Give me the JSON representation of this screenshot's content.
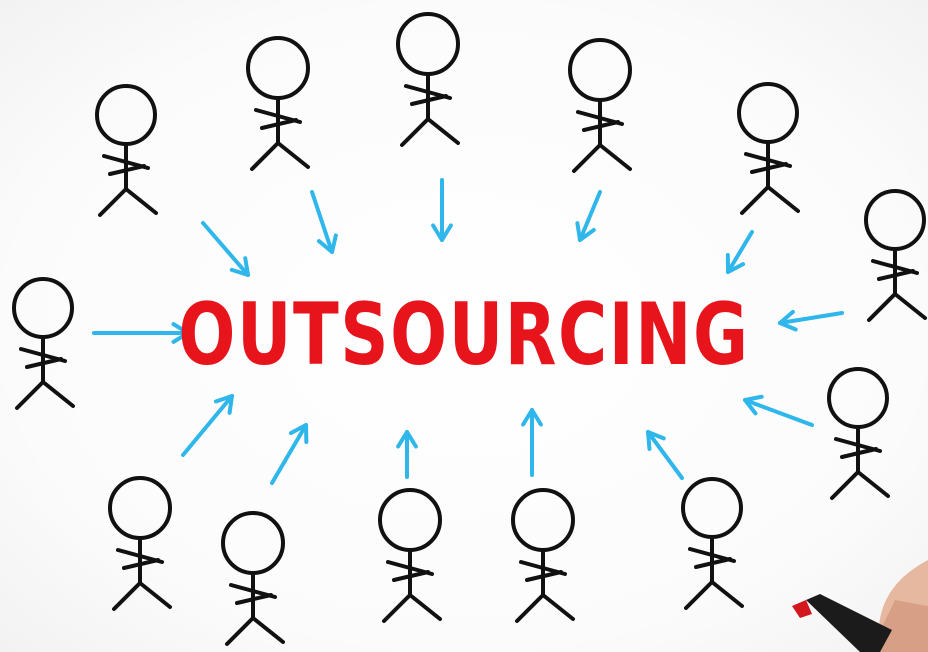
{
  "center_text": "OUTSOURCING",
  "colors": {
    "text": "#e8141c",
    "arrows": "#2fb6ea",
    "figures": "#111111"
  },
  "figures": [
    {
      "name": "stick-figure-top-left-1"
    },
    {
      "name": "stick-figure-top-left-2"
    },
    {
      "name": "stick-figure-top-center"
    },
    {
      "name": "stick-figure-top-right-1"
    },
    {
      "name": "stick-figure-top-right-2"
    },
    {
      "name": "stick-figure-right-upper"
    },
    {
      "name": "stick-figure-right-lower"
    },
    {
      "name": "stick-figure-left"
    },
    {
      "name": "stick-figure-bottom-1"
    },
    {
      "name": "stick-figure-bottom-2"
    },
    {
      "name": "stick-figure-bottom-3"
    },
    {
      "name": "stick-figure-bottom-4"
    },
    {
      "name": "stick-figure-bottom-5"
    }
  ],
  "marker": {
    "icon": "red-marker-icon"
  }
}
